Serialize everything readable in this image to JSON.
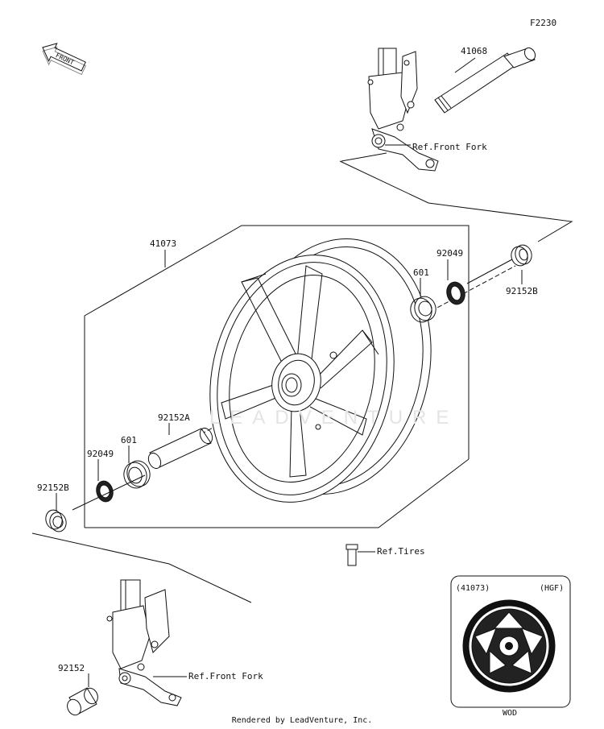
{
  "diagram": {
    "code": "F2230",
    "front_badge": "FRONT",
    "parts": [
      {
        "number": "41068"
      },
      {
        "number": "41073"
      },
      {
        "number": "601"
      },
      {
        "number": "92049"
      },
      {
        "number": "92152B"
      },
      {
        "number": "92152A"
      },
      {
        "number": "601"
      },
      {
        "number": "92049"
      },
      {
        "number": "92152B"
      },
      {
        "number": "92152"
      }
    ],
    "refs": {
      "front_fork_top": "Ref.Front Fork",
      "tires": "Ref.Tires",
      "front_fork_bottom": "Ref.Front Fork"
    },
    "inset": {
      "part": "(41073)",
      "code": "(HGF)",
      "caption": "WOD"
    },
    "watermark": "LEADVENTURE",
    "footer": "Rendered by LeadVenture, Inc."
  }
}
